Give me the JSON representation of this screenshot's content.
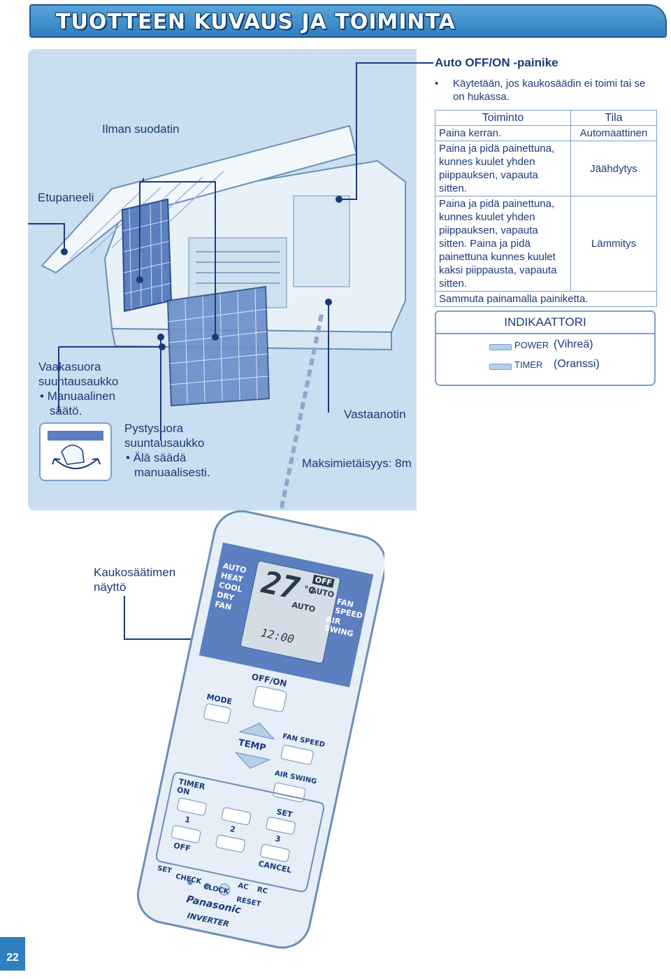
{
  "page_title": "TUOTTEEN KUVAUS JA TOIMINTA",
  "page_number": "22",
  "unit_labels": {
    "front_panel": "Etupaneeli",
    "air_filter": "Ilman suodatin",
    "horizontal_vane_title": [
      "Vaakasuora",
      "suuntausaukko"
    ],
    "horizontal_vane_note": [
      "Manuaalinen",
      "säätö."
    ],
    "vertical_vane_title": [
      "Pystysuora",
      "suuntausaukko"
    ],
    "vertical_vane_note": [
      "Älä säädä",
      "manuaalisesti."
    ],
    "receiver": "Vastaanotin",
    "max_distance": "Maksimietäisyys: 8m",
    "remote_display": [
      "Kaukosäätimen",
      "näyttö"
    ]
  },
  "auto_button": {
    "heading": "Auto OFF/ON -painike",
    "note": "Käytetään, jos kaukosäädin ei toimi tai se on hukassa.",
    "table": {
      "col_action": "Toiminto",
      "col_state": "Tila",
      "rows": [
        {
          "action": "Paina kerran.",
          "state": "Automaattinen"
        },
        {
          "action": "Paina ja pidä painettuna, kunnes kuulet yhden piippauksen, vapauta sitten.",
          "state": "Jäähdytys"
        },
        {
          "action": "Paina ja pidä painettuna, kunnes kuulet yhden piippauksen, vapauta sitten. Paina ja pidä painettuna kunnes kuulet kaksi piippausta, vapauta sitten.",
          "state": "Lämmitys"
        },
        {
          "action": "Sammuta painamalla painiketta.",
          "state": ""
        }
      ]
    }
  },
  "indicator": {
    "title": "INDIKAATTORI",
    "items": [
      {
        "name": "POWER",
        "color": "(Vihreä)"
      },
      {
        "name": "TIMER",
        "color": "(Oranssi)"
      }
    ]
  },
  "remote": {
    "modes": [
      "AUTO",
      "HEAT",
      "COOL",
      "DRY",
      "FAN"
    ],
    "temp": "27",
    "unit": "°C",
    "off": "OFF",
    "auto1": "AUTO",
    "auto2": "AUTO",
    "fan_speed": [
      "FAN",
      "SPEED"
    ],
    "air_swing": [
      "AIR",
      "SWING"
    ],
    "clock": "12:00",
    "offon": "OFF/ON",
    "mode": "MODE",
    "temp_btn": "TEMP",
    "fan_speed_btn": "FAN SPEED",
    "air_swing_btn": "AIR SWING",
    "timer": "TIMER",
    "on": "ON",
    "n1": "1",
    "n2": "2",
    "n3": "3",
    "set": "SET",
    "off_btn": "OFF",
    "cancel": "CANCEL",
    "set2": "SET",
    "check": "CHECK",
    "clock_btn": "CLOCK",
    "ac": "AC",
    "rc": "RC",
    "reset": "RESET",
    "brand": "Panasonic",
    "inverter": "INVERTER"
  },
  "colors": {
    "title_bg": "#2f7fc0",
    "panel_bg": "#c9def0",
    "text": "#1a3a7a",
    "remote_display_bg": "#5b7fbf"
  }
}
